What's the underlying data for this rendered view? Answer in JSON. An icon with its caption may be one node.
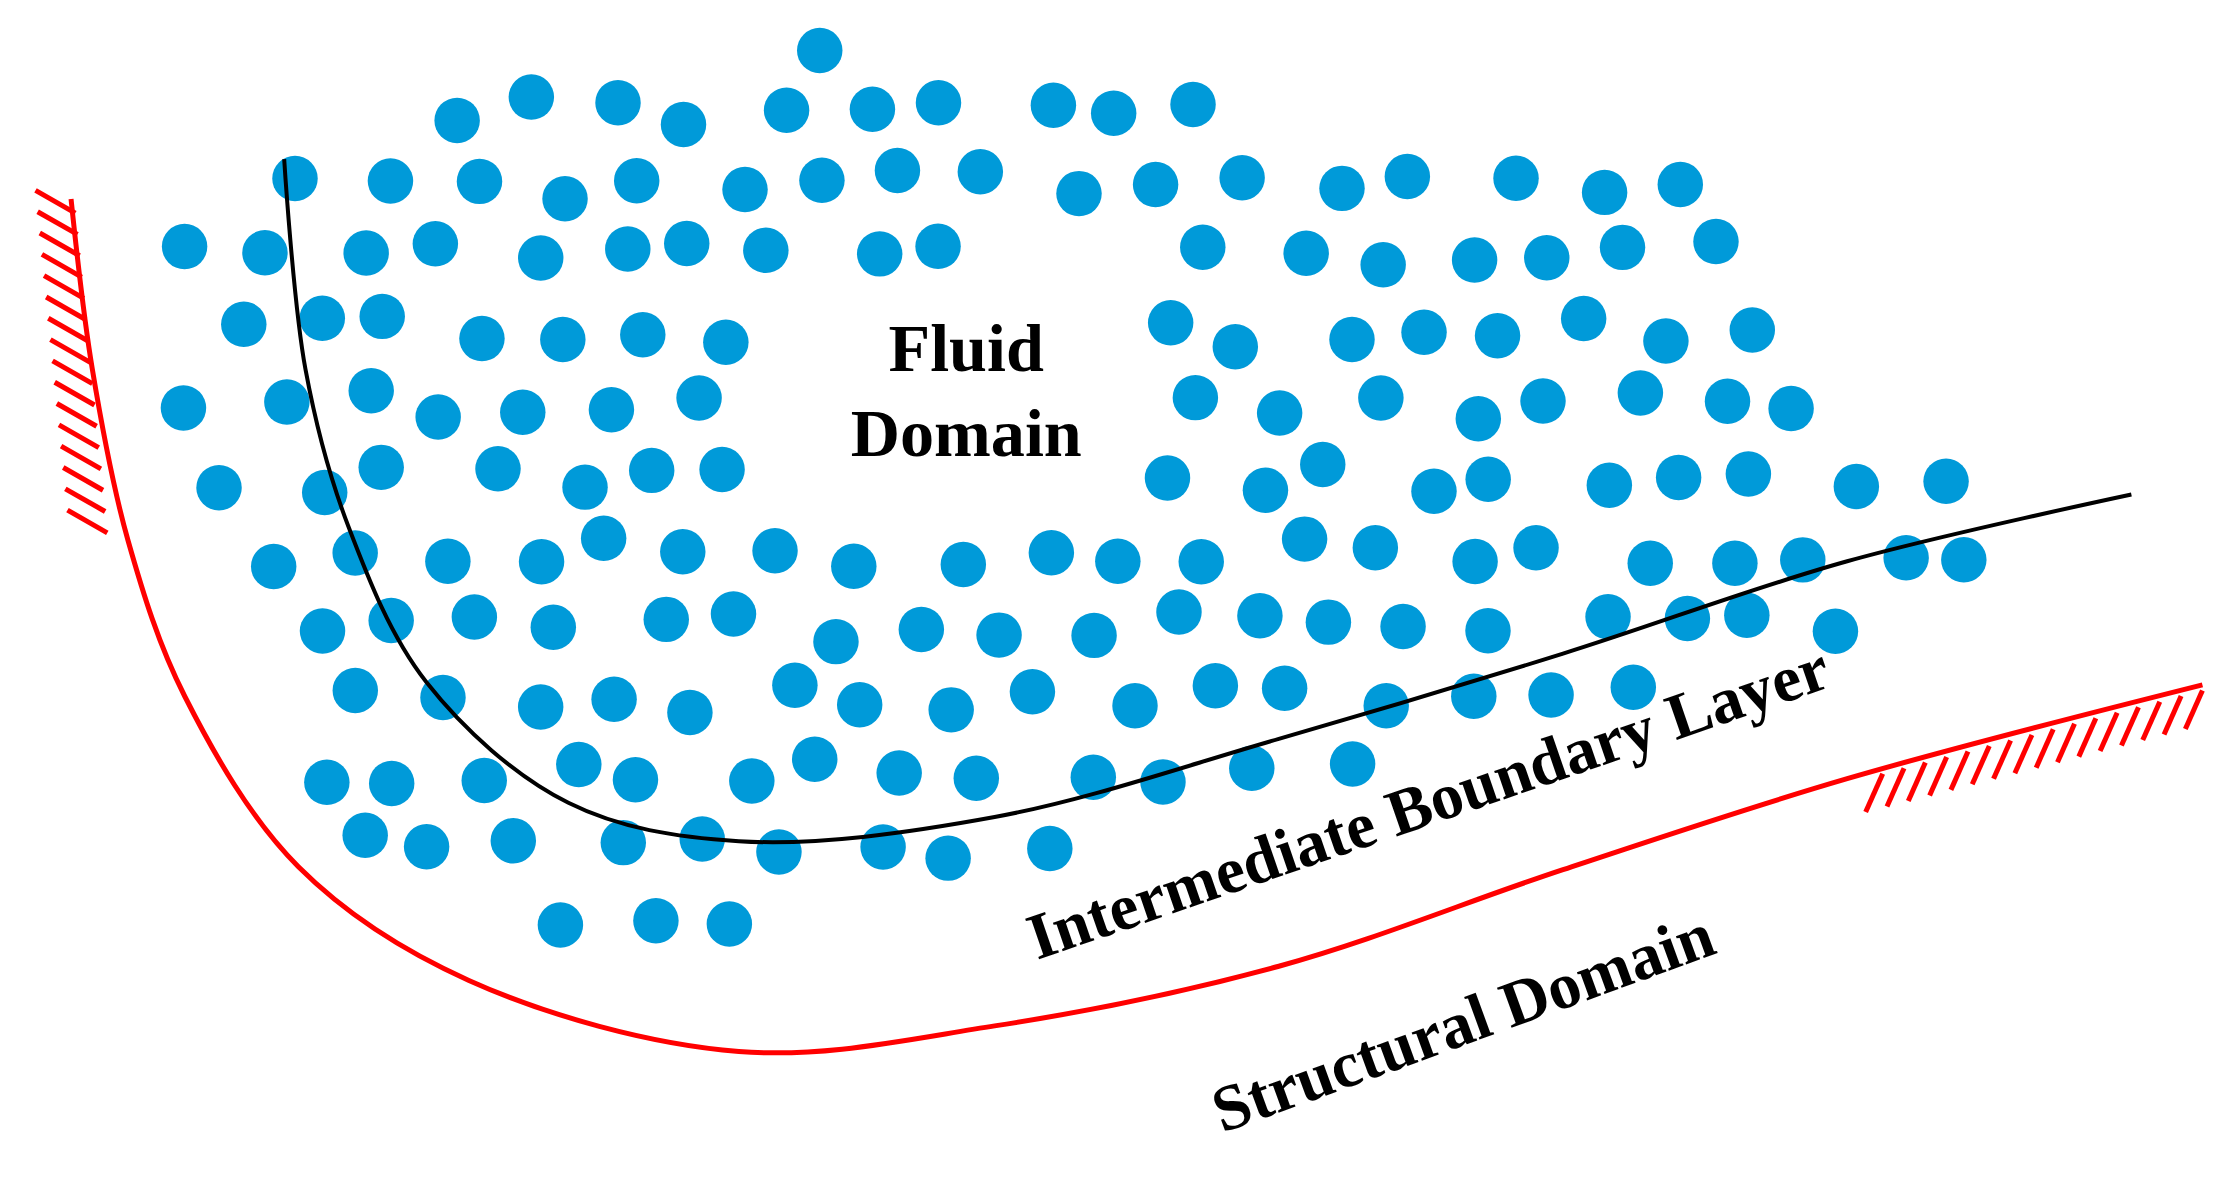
{
  "diagram": {
    "labels": [
      "Fluid Domain",
      "Intermediate Boundary Layer",
      "Structural Domain"
    ]
  }
}
